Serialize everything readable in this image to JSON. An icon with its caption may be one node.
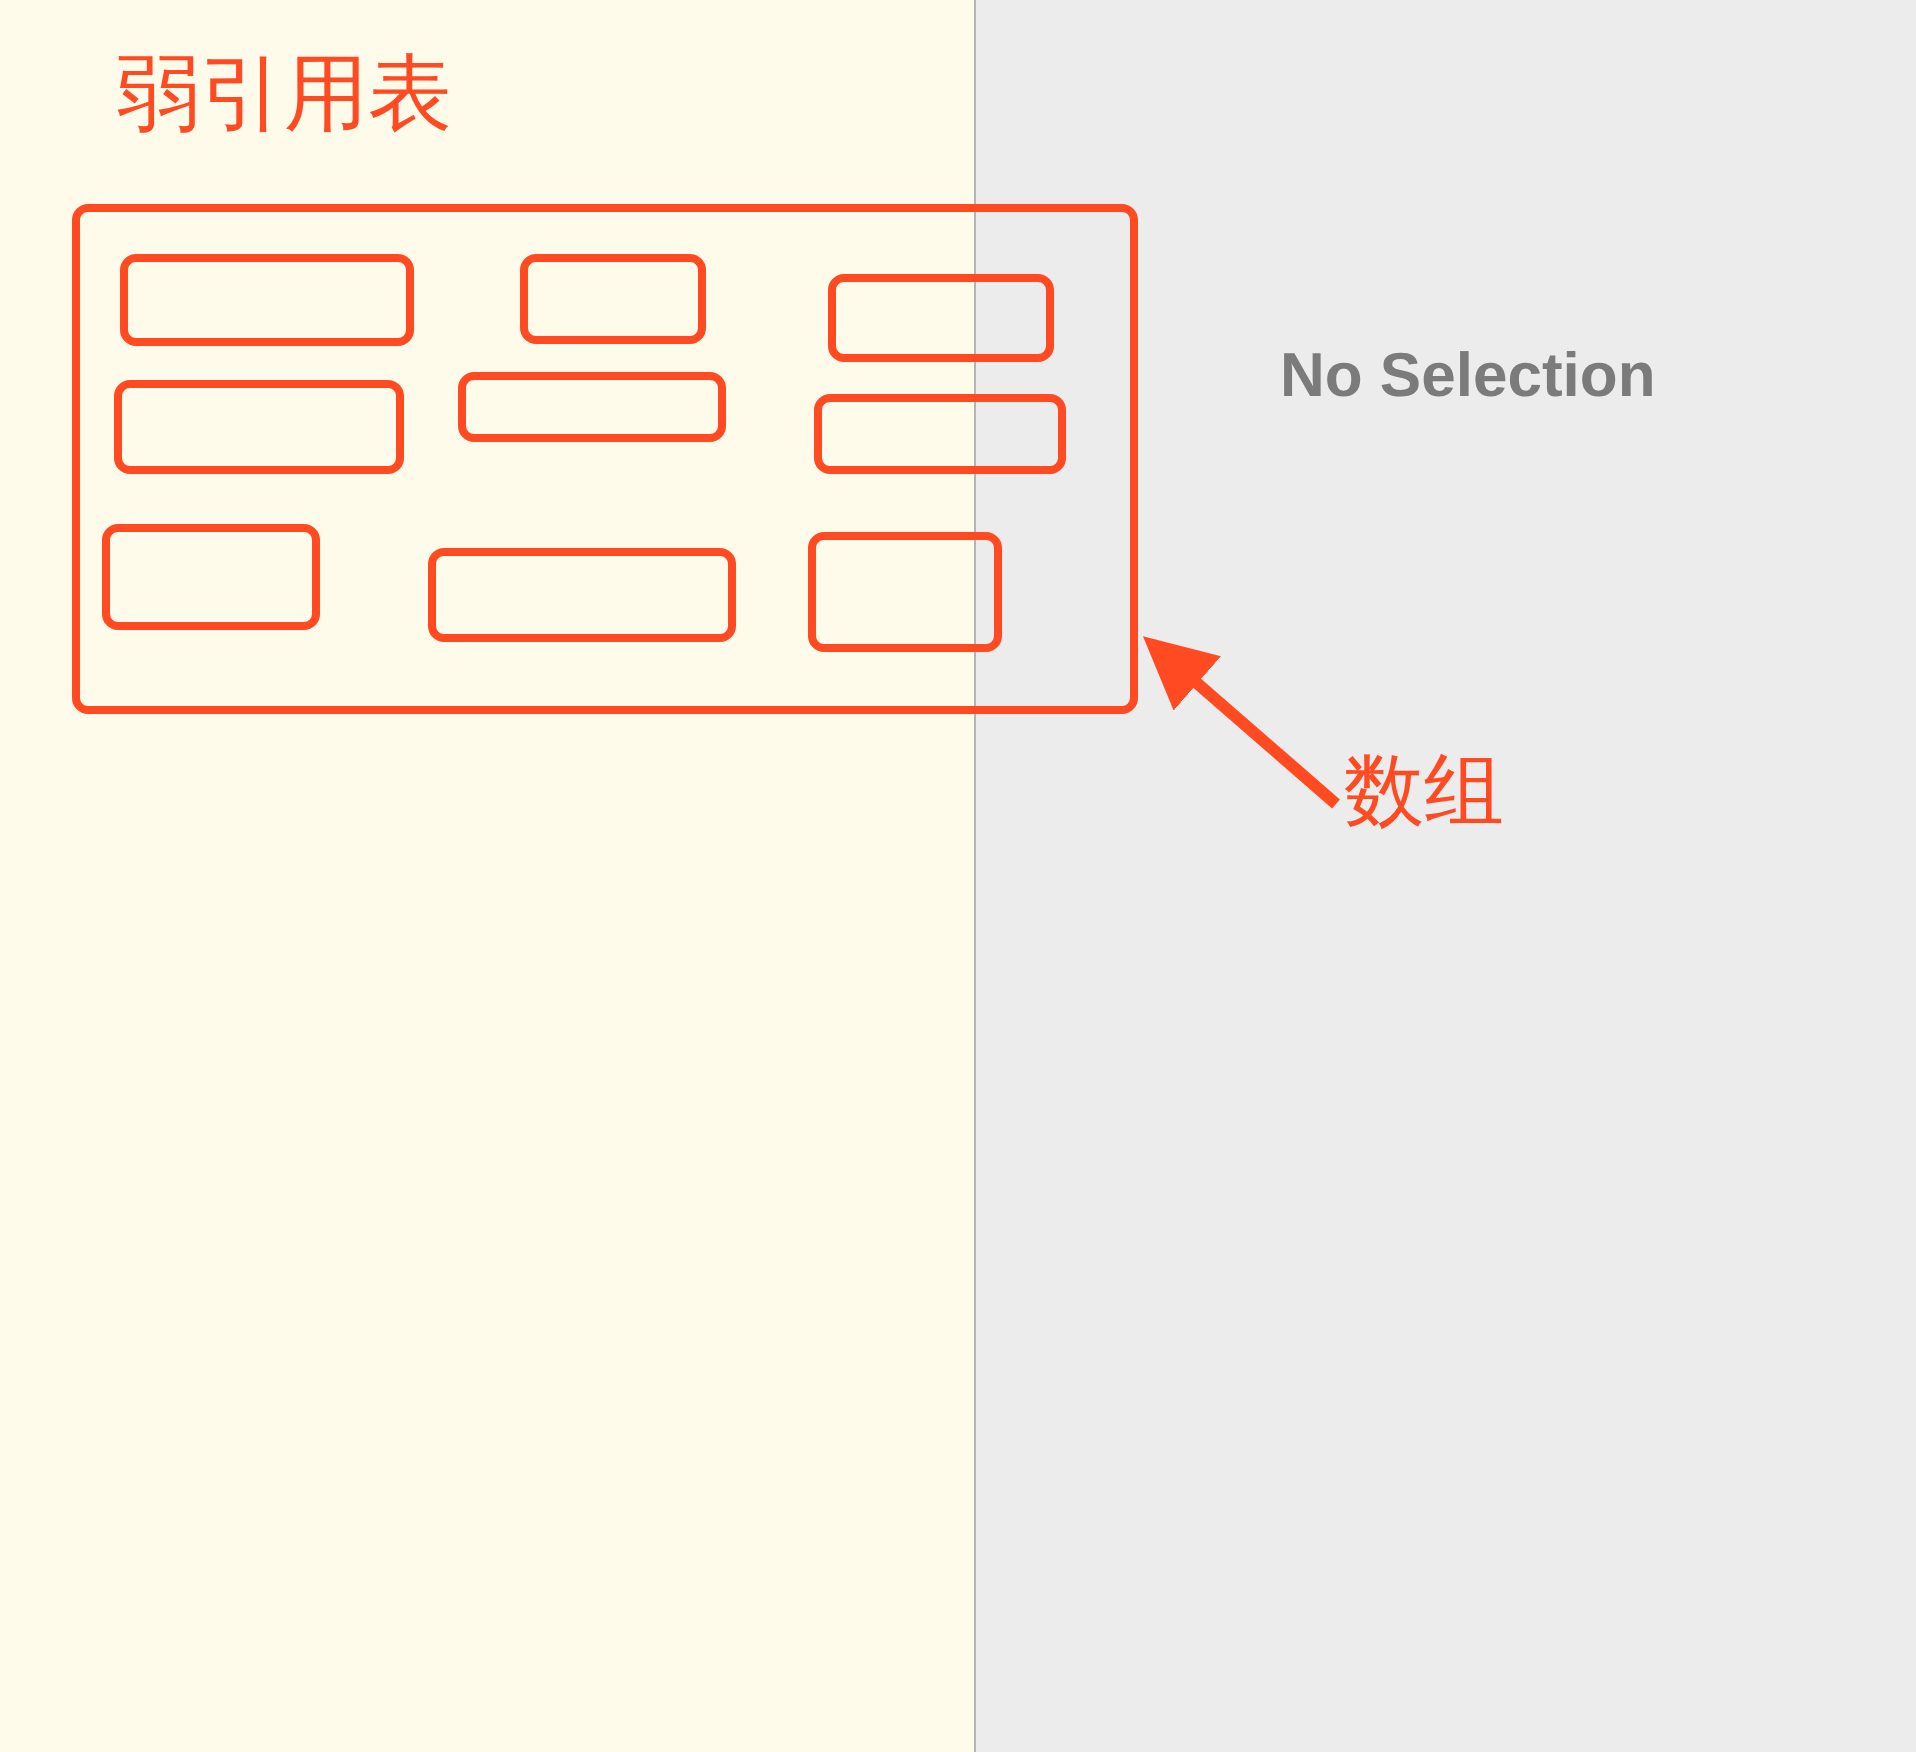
{
  "diagram": {
    "title": "弱引用表",
    "nodes": [
      {
        "text": [],
        "shape": "box"
      },
      {
        "text": [],
        "shape": "box",
        "in": 0
      },
      {
        "text": [],
        "shape": "box",
        "in": 0
      },
      {
        "text": [],
        "shape": "box",
        "in": 0
      },
      {
        "text": [],
        "shape": "box",
        "in": 0
      },
      {
        "text": [],
        "shape": "box",
        "in": 0
      },
      {
        "text": [],
        "shape": "box",
        "in": 0
      },
      {
        "text": [],
        "shape": "box",
        "in": 0
      },
      {
        "text": [],
        "shape": "box",
        "in": 0
      },
      {
        "text": [],
        "shape": "box",
        "in": 0
      },
      {
        "text": [
          "数组"
        ]
      }
    ],
    "edges": [
      {
        "from": 10,
        "to": 0,
        "arrow": "to"
      }
    ],
    "labels": [
      "No Selection"
    ]
  }
}
